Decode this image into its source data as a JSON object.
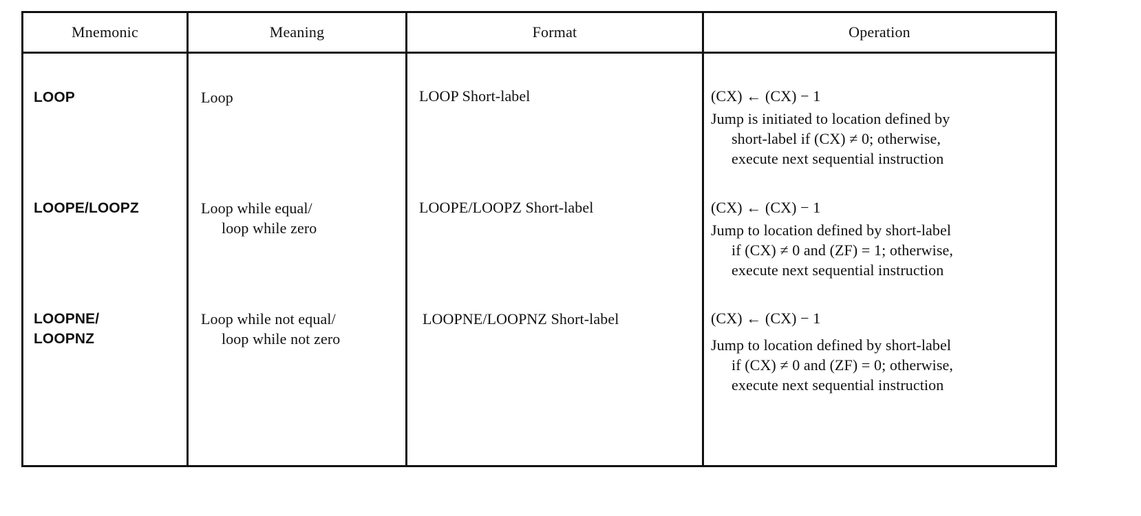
{
  "table": {
    "headers": {
      "mnemonic": "Mnemonic",
      "meaning": "Meaning",
      "format": "Format",
      "operation": "Operation"
    },
    "rows": [
      {
        "mnemonic": [
          "LOOP"
        ],
        "meaning": [
          "Loop"
        ],
        "format": [
          "LOOP Short-label"
        ],
        "operation": {
          "first": "(CX) ← (CX) − 1",
          "lead": "Jump is initiated to location defined by",
          "cont": [
            "short-label if (CX) ≠ 0; otherwise,",
            "execute next sequential instruction"
          ]
        }
      },
      {
        "mnemonic": [
          "LOOPE/LOOPZ"
        ],
        "meaning": [
          "Loop while equal/",
          "loop while zero"
        ],
        "format": [
          "LOOPE/LOOPZ Short-label"
        ],
        "operation": {
          "first": "(CX) ← (CX) − 1",
          "lead": "Jump to location defined by short-label",
          "cont": [
            "if (CX) ≠ 0 and (ZF) = 1; otherwise,",
            "execute next sequential instruction"
          ]
        }
      },
      {
        "mnemonic": [
          "LOOPNE/",
          "LOOPNZ"
        ],
        "meaning": [
          "Loop while not equal/",
          "loop while not zero"
        ],
        "format": [
          "LOOPNE/LOOPNZ Short-label"
        ],
        "operation": {
          "first": "(CX) ← (CX) − 1",
          "lead": "Jump to location defined by short-label",
          "cont": [
            "if (CX) ≠ 0 and (ZF) = 0; otherwise,",
            "execute next sequential instruction"
          ]
        }
      }
    ]
  }
}
